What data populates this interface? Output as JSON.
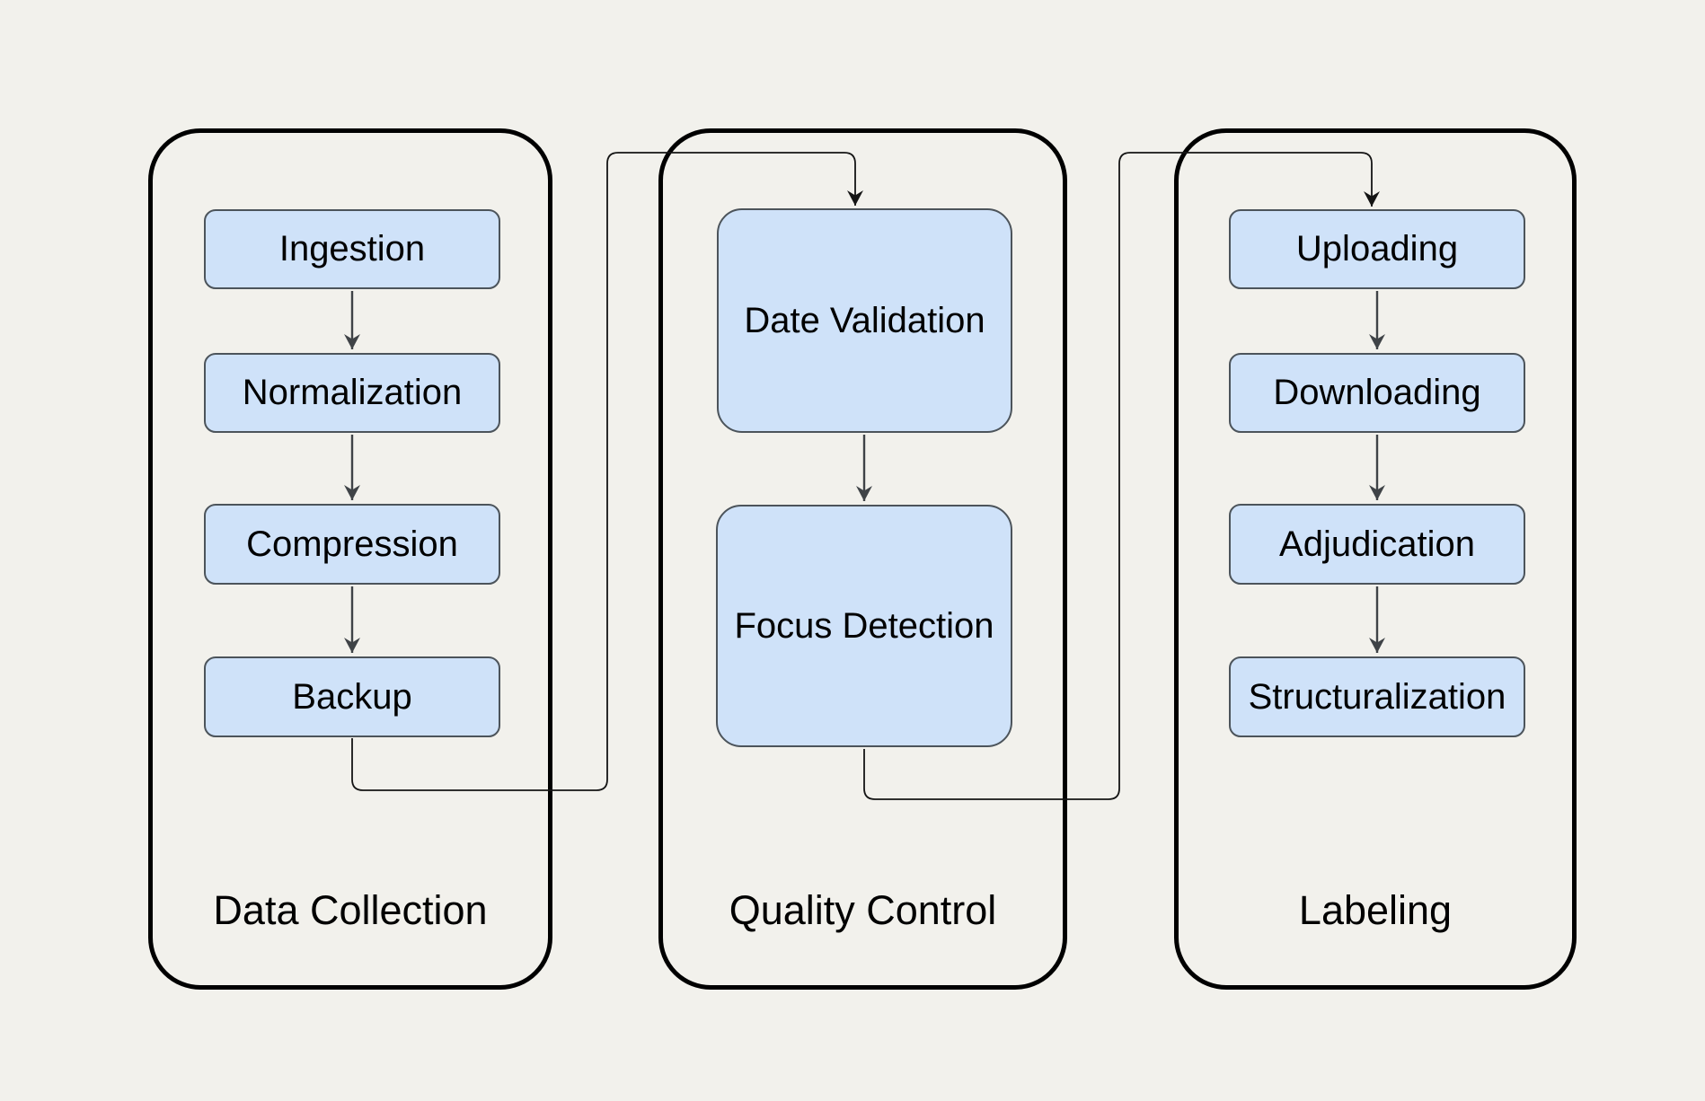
{
  "diagram": {
    "type": "flowchart",
    "background_color": "#f2f1ec",
    "node_fill_color": "#cfe2f9",
    "node_border_color": "#4c545b",
    "group_border_color": "#000000",
    "arrow_color": "#3f4347",
    "connector_color": "#141414",
    "text_color": "#000000",
    "groups": [
      {
        "label": "Data Collection",
        "nodes": [
          "Ingestion",
          "Normalization",
          "Compression",
          "Backup"
        ]
      },
      {
        "label": "Quality Control",
        "nodes": [
          "Date Validation",
          "Focus Detection"
        ]
      },
      {
        "label": "Labeling",
        "nodes": [
          "Uploading",
          "Downloading",
          "Adjudication",
          "Structuralization"
        ]
      }
    ],
    "connections": [
      {
        "from": "Ingestion",
        "to": "Normalization"
      },
      {
        "from": "Normalization",
        "to": "Compression"
      },
      {
        "from": "Compression",
        "to": "Backup"
      },
      {
        "from": "Backup",
        "to": "Date Validation"
      },
      {
        "from": "Date Validation",
        "to": "Focus Detection"
      },
      {
        "from": "Focus Detection",
        "to": "Uploading"
      },
      {
        "from": "Uploading",
        "to": "Downloading"
      },
      {
        "from": "Downloading",
        "to": "Adjudication"
      },
      {
        "from": "Adjudication",
        "to": "Structuralization"
      }
    ]
  }
}
